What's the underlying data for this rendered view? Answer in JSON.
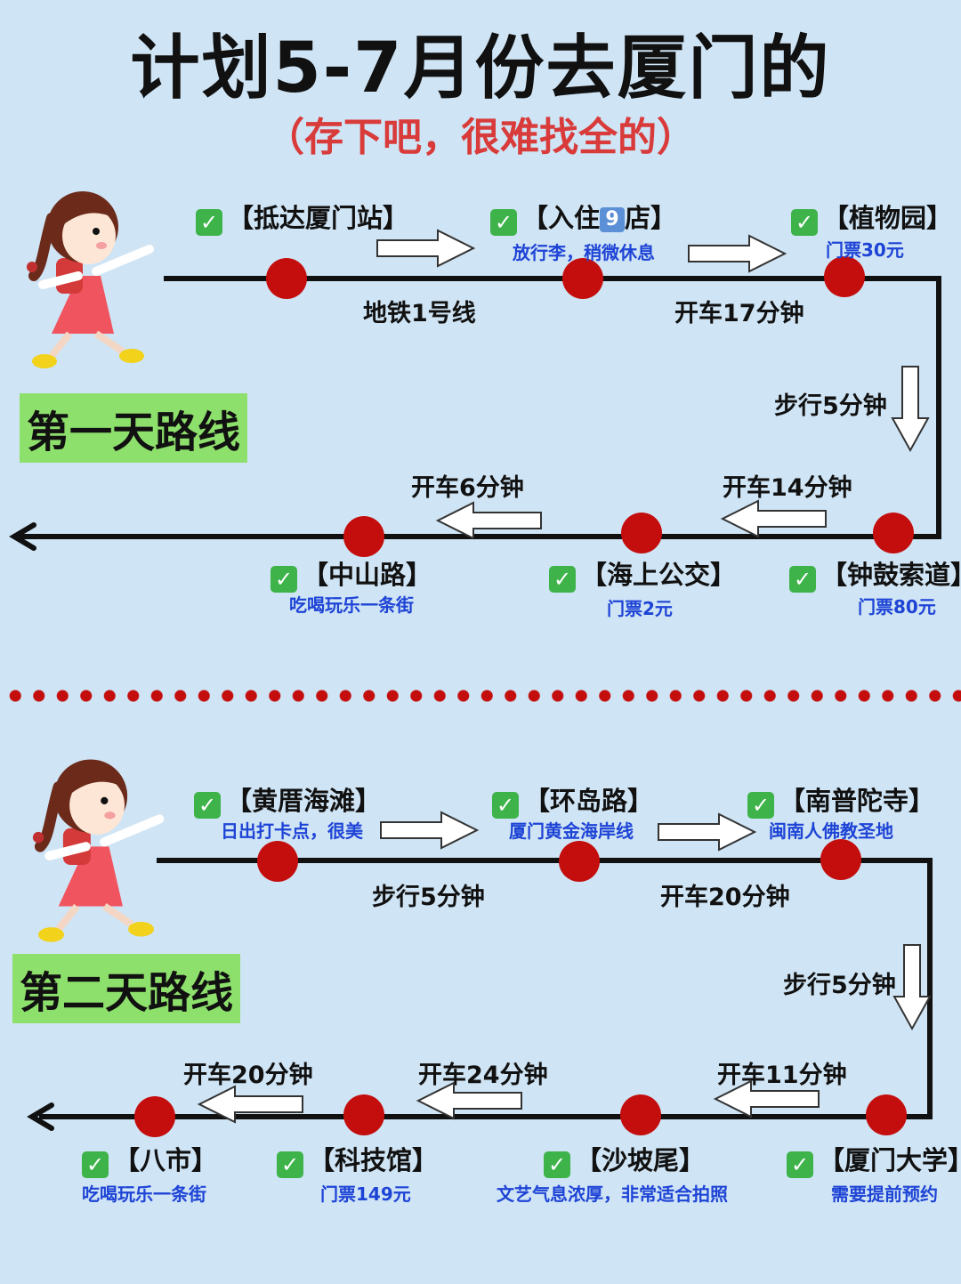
{
  "title": "计划5-7月份去厦门的",
  "subtitle": "（存下吧，很难找全的）",
  "day1": {
    "label": "第一天路线",
    "stops": [
      {
        "name": "【抵达厦门站】",
        "note": ""
      },
      {
        "name_prefix": "【入住",
        "name_badge": "9",
        "name_suffix": "店】",
        "note": "放行李，稍微休息"
      },
      {
        "name": "【植物园】",
        "note": "门票30元"
      },
      {
        "name": "【钟鼓索道】",
        "note": "门票80元"
      },
      {
        "name": "【海上公交】",
        "note": "门票2元"
      },
      {
        "name": "【中山路】",
        "note": "吃喝玩乐一条街"
      }
    ],
    "segments": [
      "地铁1号线",
      "开车17分钟",
      "步行5分钟",
      "开车14分钟",
      "开车6分钟"
    ]
  },
  "day2": {
    "label": "第二天路线",
    "stops": [
      {
        "name": "【黄厝海滩】",
        "note": "日出打卡点，很美"
      },
      {
        "name": "【环岛路】",
        "note": "厦门黄金海岸线"
      },
      {
        "name": "【南普陀寺】",
        "note": "闽南人佛教圣地"
      },
      {
        "name": "【厦门大学】",
        "note": "需要提前预约"
      },
      {
        "name": "【沙坡尾】",
        "note": "文艺气息浓厚，非常适合拍照"
      },
      {
        "name": "【科技馆】",
        "note": "门票149元"
      },
      {
        "name": "【八市】",
        "note": "吃喝玩乐一条街"
      }
    ],
    "segments": [
      "步行5分钟",
      "开车20分钟",
      "步行5分钟",
      "开车11分钟",
      "开车24分钟",
      "开车20分钟"
    ]
  },
  "icons": {
    "check": "check-mark-icon",
    "girl": "girl-walking-illustration",
    "arrow": "hollow-arrow-icon"
  },
  "colors": {
    "background": "#cfe4f4",
    "dot": "#c40d0d",
    "subtitle": "#d93a3a",
    "note": "#1e44d6",
    "label_bg": "#8ee06c",
    "check": "#3db34a"
  }
}
